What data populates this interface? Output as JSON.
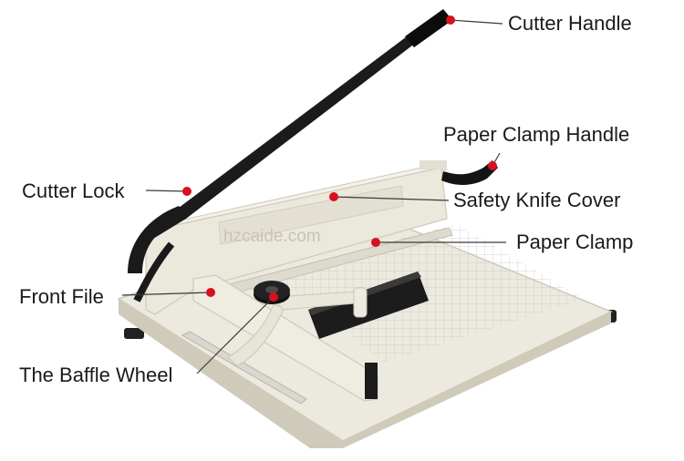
{
  "watermark": "hzcaide.com",
  "colors": {
    "body": "#ece9de",
    "edge": "#cfcab9",
    "handle": "#151515",
    "marker": "#d8101e",
    "grid": "#c3c6c8"
  },
  "labels": {
    "cutter_handle": "Cutter Handle",
    "paper_clamp_handle": "Paper Clamp Handle",
    "cutter_lock": "Cutter Lock",
    "safety_knife_cover": "Safety Knife Cover",
    "paper_clamp": "Paper Clamp",
    "front_file": "Front File",
    "baffle_wheel": "The Baffle Wheel"
  }
}
